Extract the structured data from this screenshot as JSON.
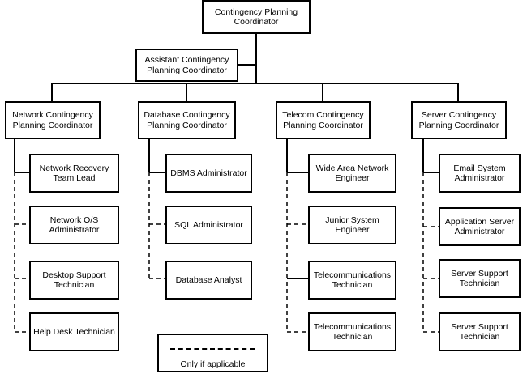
{
  "chart": {
    "coordinator": "Contingency Planning Coordinator",
    "assistant": "Assistant Contingency Planning Coordinator",
    "teams": [
      {
        "lead": "Network Contingency Planning Coordinator",
        "members": [
          {
            "label": "Network Recovery Team Lead",
            "optional": false
          },
          {
            "label": "Network O/S Administrator",
            "optional": true
          },
          {
            "label": "Desktop Support Technician",
            "optional": true
          },
          {
            "label": "Help Desk Technician",
            "optional": true
          }
        ]
      },
      {
        "lead": "Database Contingency Planning Coordinator",
        "members": [
          {
            "label": "DBMS Administrator",
            "optional": false
          },
          {
            "label": "SQL Administrator",
            "optional": true
          },
          {
            "label": "Database Analyst",
            "optional": true
          }
        ]
      },
      {
        "lead": "Telecom Contingency Planning Coordinator",
        "members": [
          {
            "label": "Wide Area Network Engineer",
            "optional": false
          },
          {
            "label": "Junior System Engineer",
            "optional": true
          },
          {
            "label": "Telecommunications Technician",
            "optional": false
          },
          {
            "label": "Telecommunications Technician",
            "optional": true
          }
        ]
      },
      {
        "lead": "Server Contingency Planning Coordinator",
        "members": [
          {
            "label": "Email System Administrator",
            "optional": false
          },
          {
            "label": "Application Server Administrator",
            "optional": true
          },
          {
            "label": "Server Support Technician",
            "optional": true
          },
          {
            "label": "Server Support Technician",
            "optional": true
          }
        ]
      }
    ]
  },
  "legend": {
    "optional_label": "Only if applicable"
  }
}
